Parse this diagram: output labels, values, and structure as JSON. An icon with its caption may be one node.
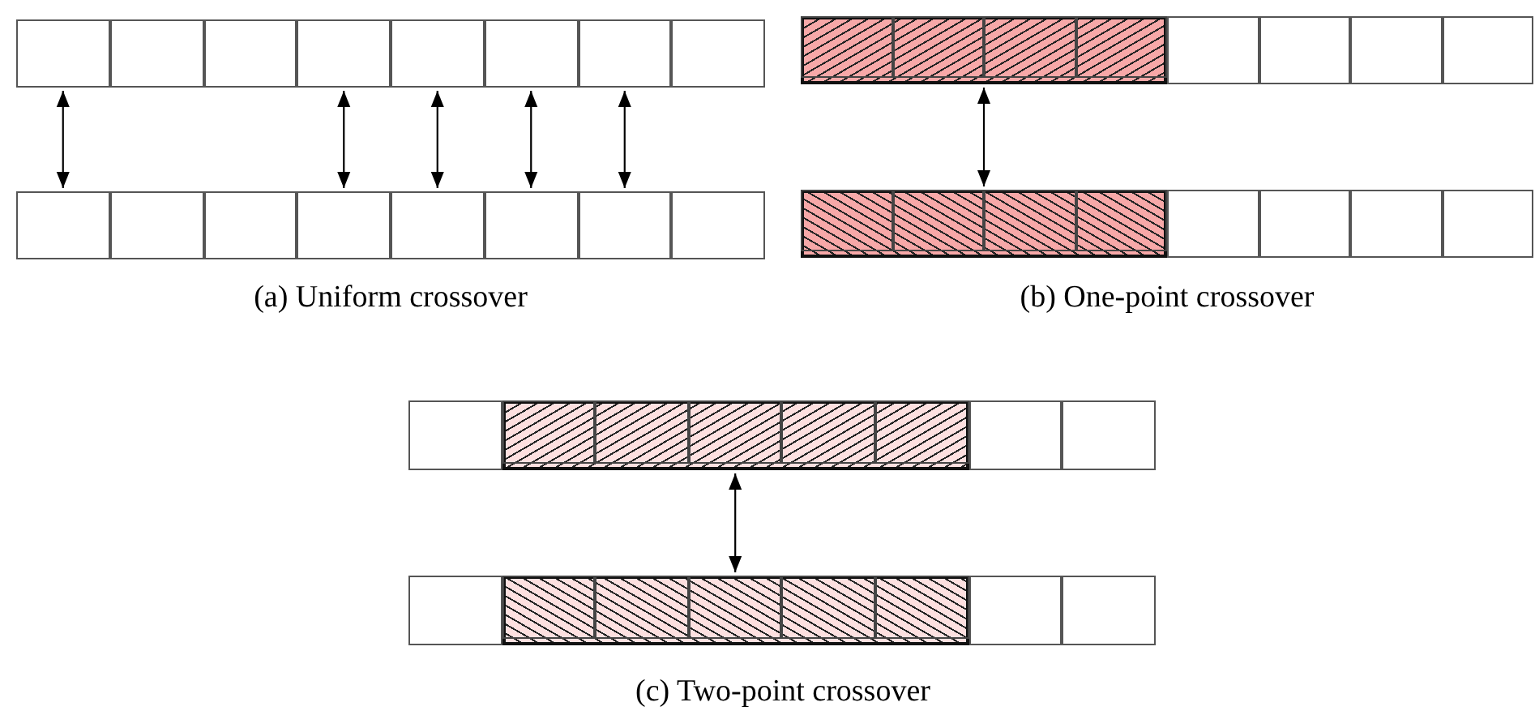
{
  "diagram": {
    "nodes": [
      {
        "text": [],
        "shape": "box"
      },
      {
        "text": [],
        "shape": "box"
      },
      {
        "text": [],
        "shape": "box"
      },
      {
        "text": [],
        "shape": "box"
      },
      {
        "text": [],
        "shape": "box"
      },
      {
        "text": [],
        "shape": "box"
      },
      {
        "text": [],
        "shape": "box"
      },
      {
        "text": [],
        "shape": "box"
      },
      {
        "text": [],
        "shape": "box"
      },
      {
        "text": [],
        "shape": "box"
      },
      {
        "text": [],
        "shape": "box"
      },
      {
        "text": [],
        "shape": "box"
      },
      {
        "text": [],
        "shape": "box"
      },
      {
        "text": [],
        "shape": "box"
      },
      {
        "text": [],
        "shape": "box"
      },
      {
        "text": [],
        "shape": "box"
      },
      {
        "text": [],
        "shape": "box"
      },
      {
        "text": [],
        "shape": "box",
        "in": 16
      },
      {
        "text": [],
        "shape": "box",
        "in": 16
      },
      {
        "text": [],
        "shape": "box",
        "in": 16
      },
      {
        "text": [],
        "shape": "box",
        "in": 16
      },
      {
        "text": [],
        "shape": "box"
      },
      {
        "text": [],
        "shape": "box"
      },
      {
        "text": [],
        "shape": "box"
      },
      {
        "text": [],
        "shape": "box"
      },
      {
        "text": [],
        "shape": "box"
      },
      {
        "text": [],
        "shape": "box",
        "in": 25
      },
      {
        "text": [],
        "shape": "box",
        "in": 25
      },
      {
        "text": [],
        "shape": "box",
        "in": 25
      },
      {
        "text": [],
        "shape": "box",
        "in": 25
      },
      {
        "text": [],
        "shape": "box"
      },
      {
        "text": [],
        "shape": "box"
      },
      {
        "text": [],
        "shape": "box"
      },
      {
        "text": [],
        "shape": "box"
      },
      {
        "text": [],
        "shape": "box"
      },
      {
        "text": [],
        "shape": "box"
      },
      {
        "text": [],
        "shape": "box",
        "in": 35
      },
      {
        "text": [],
        "shape": "box",
        "in": 35
      },
      {
        "text": [],
        "shape": "box",
        "in": 35
      },
      {
        "text": [],
        "shape": "box",
        "in": 35
      },
      {
        "text": [],
        "shape": "box",
        "in": 35
      },
      {
        "text": [],
        "shape": "box"
      },
      {
        "text": [],
        "shape": "box"
      },
      {
        "text": [],
        "shape": "box"
      },
      {
        "text": [],
        "shape": "box"
      },
      {
        "text": [],
        "shape": "box",
        "in": 44
      },
      {
        "text": [],
        "shape": "box",
        "in": 44
      },
      {
        "text": [],
        "shape": "box",
        "in": 44
      },
      {
        "text": [],
        "shape": "box",
        "in": 44
      },
      {
        "text": [],
        "shape": "box",
        "in": 44
      },
      {
        "text": [],
        "shape": "box"
      },
      {
        "text": [],
        "shape": "box"
      }
    ],
    "edges": [
      {
        "from": 0,
        "to": 8,
        "arrow": "both"
      },
      {
        "from": 3,
        "to": 11,
        "arrow": "both"
      },
      {
        "from": 4,
        "to": 12,
        "arrow": "both"
      },
      {
        "from": 5,
        "to": 13,
        "arrow": "both"
      },
      {
        "from": 6,
        "to": 14,
        "arrow": "both"
      },
      {
        "from": 16,
        "to": 25,
        "arrow": "both"
      },
      {
        "from": 35,
        "to": 44,
        "arrow": "both"
      }
    ],
    "labels": [
      "(a) Uniform crossover",
      "(b) One-point crossover",
      "(c) Two-point crossover"
    ]
  }
}
